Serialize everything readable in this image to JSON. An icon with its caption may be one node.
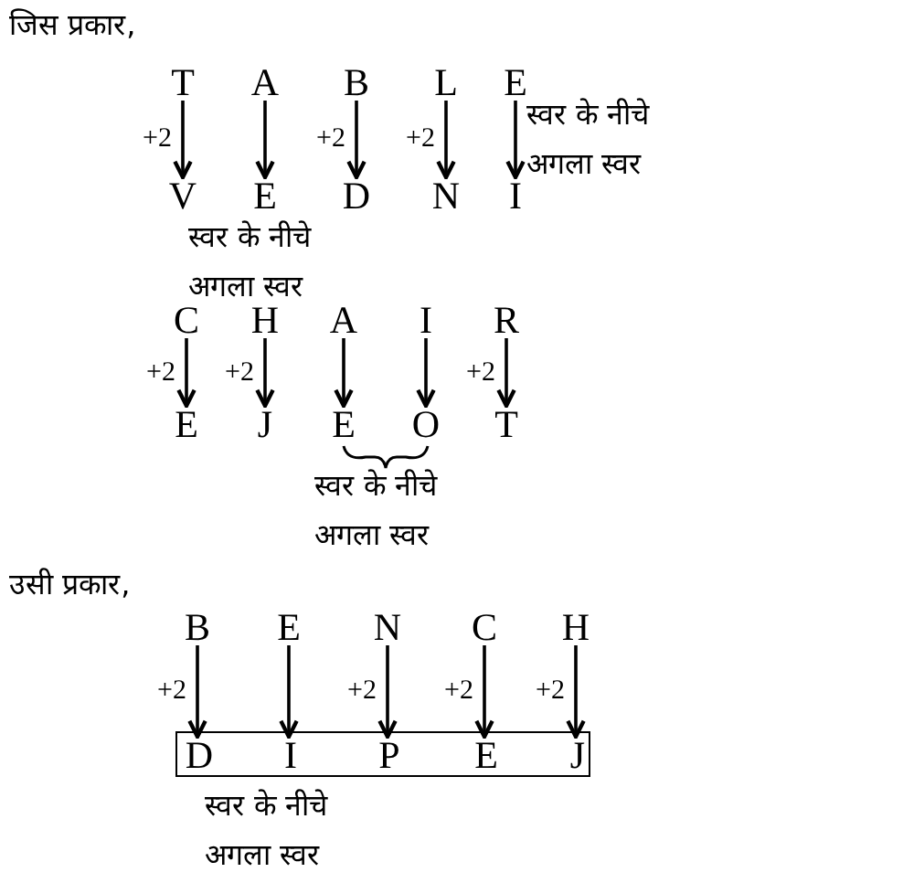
{
  "diagram": {
    "nodes": [
      {
        "text": [
          "T"
        ]
      },
      {
        "text": [
          "A"
        ]
      },
      {
        "text": [
          "B"
        ]
      },
      {
        "text": [
          "L"
        ]
      },
      {
        "text": [
          "E"
        ]
      },
      {
        "text": [
          "V"
        ]
      },
      {
        "text": [
          "E"
        ]
      },
      {
        "text": [
          "D"
        ]
      },
      {
        "text": [
          "N"
        ]
      },
      {
        "text": [
          "I"
        ]
      },
      {
        "text": [
          "C"
        ]
      },
      {
        "text": [
          "H"
        ]
      },
      {
        "text": [
          "A"
        ]
      },
      {
        "text": [
          "I"
        ]
      },
      {
        "text": [
          "R"
        ]
      },
      {
        "text": [
          "E"
        ]
      },
      {
        "text": [
          "J"
        ]
      },
      {
        "text": [
          "E"
        ]
      },
      {
        "text": [
          "O"
        ]
      },
      {
        "text": [
          "T"
        ]
      },
      {
        "text": [
          "B"
        ]
      },
      {
        "text": [
          "E"
        ]
      },
      {
        "text": [
          "N"
        ]
      },
      {
        "text": [
          "C"
        ]
      },
      {
        "text": [
          "H"
        ]
      },
      {
        "text": [],
        "shape": "box"
      },
      {
        "text": [
          "D"
        ],
        "in": 25
      },
      {
        "text": [
          "I"
        ],
        "in": 25
      },
      {
        "text": [
          "P"
        ],
        "in": 25
      },
      {
        "text": [
          "E"
        ],
        "in": 25
      },
      {
        "text": [
          "J"
        ],
        "in": 25
      }
    ],
    "edges": [
      {
        "from": 0,
        "to": 5,
        "arrow": "to",
        "label": "+2"
      },
      {
        "from": 1,
        "to": 6,
        "arrow": "to"
      },
      {
        "from": 2,
        "to": 7,
        "arrow": "to",
        "label": "+2"
      },
      {
        "from": 3,
        "to": 8,
        "arrow": "to",
        "label": "+2"
      },
      {
        "from": 4,
        "to": 9,
        "arrow": "to"
      },
      {
        "from": 10,
        "to": 15,
        "arrow": "to",
        "label": "+2"
      },
      {
        "from": 11,
        "to": 16,
        "arrow": "to",
        "label": "+2"
      },
      {
        "from": 12,
        "to": 17,
        "arrow": "to"
      },
      {
        "from": 13,
        "to": 18,
        "arrow": "to"
      },
      {
        "from": 14,
        "to": 19,
        "arrow": "to",
        "label": "+2"
      },
      {
        "from": 20,
        "to": 26,
        "arrow": "to",
        "label": "+2"
      },
      {
        "from": 21,
        "to": 27,
        "arrow": "to"
      },
      {
        "from": 22,
        "to": 28,
        "arrow": "to",
        "label": "+2"
      },
      {
        "from": 23,
        "to": 29,
        "arrow": "to",
        "label": "+2"
      },
      {
        "from": 24,
        "to": 30,
        "arrow": "to",
        "label": "+2"
      }
    ],
    "labels": [
      "जिस प्रकार,",
      "स्वर के नीचे अगला स्वर",
      "स्वर के नीचे अगला स्वर",
      "स्वर के नीचे अगला स्वर",
      "उसी प्रकार,",
      "स्वर के नीचे अगला स्वर"
    ]
  }
}
